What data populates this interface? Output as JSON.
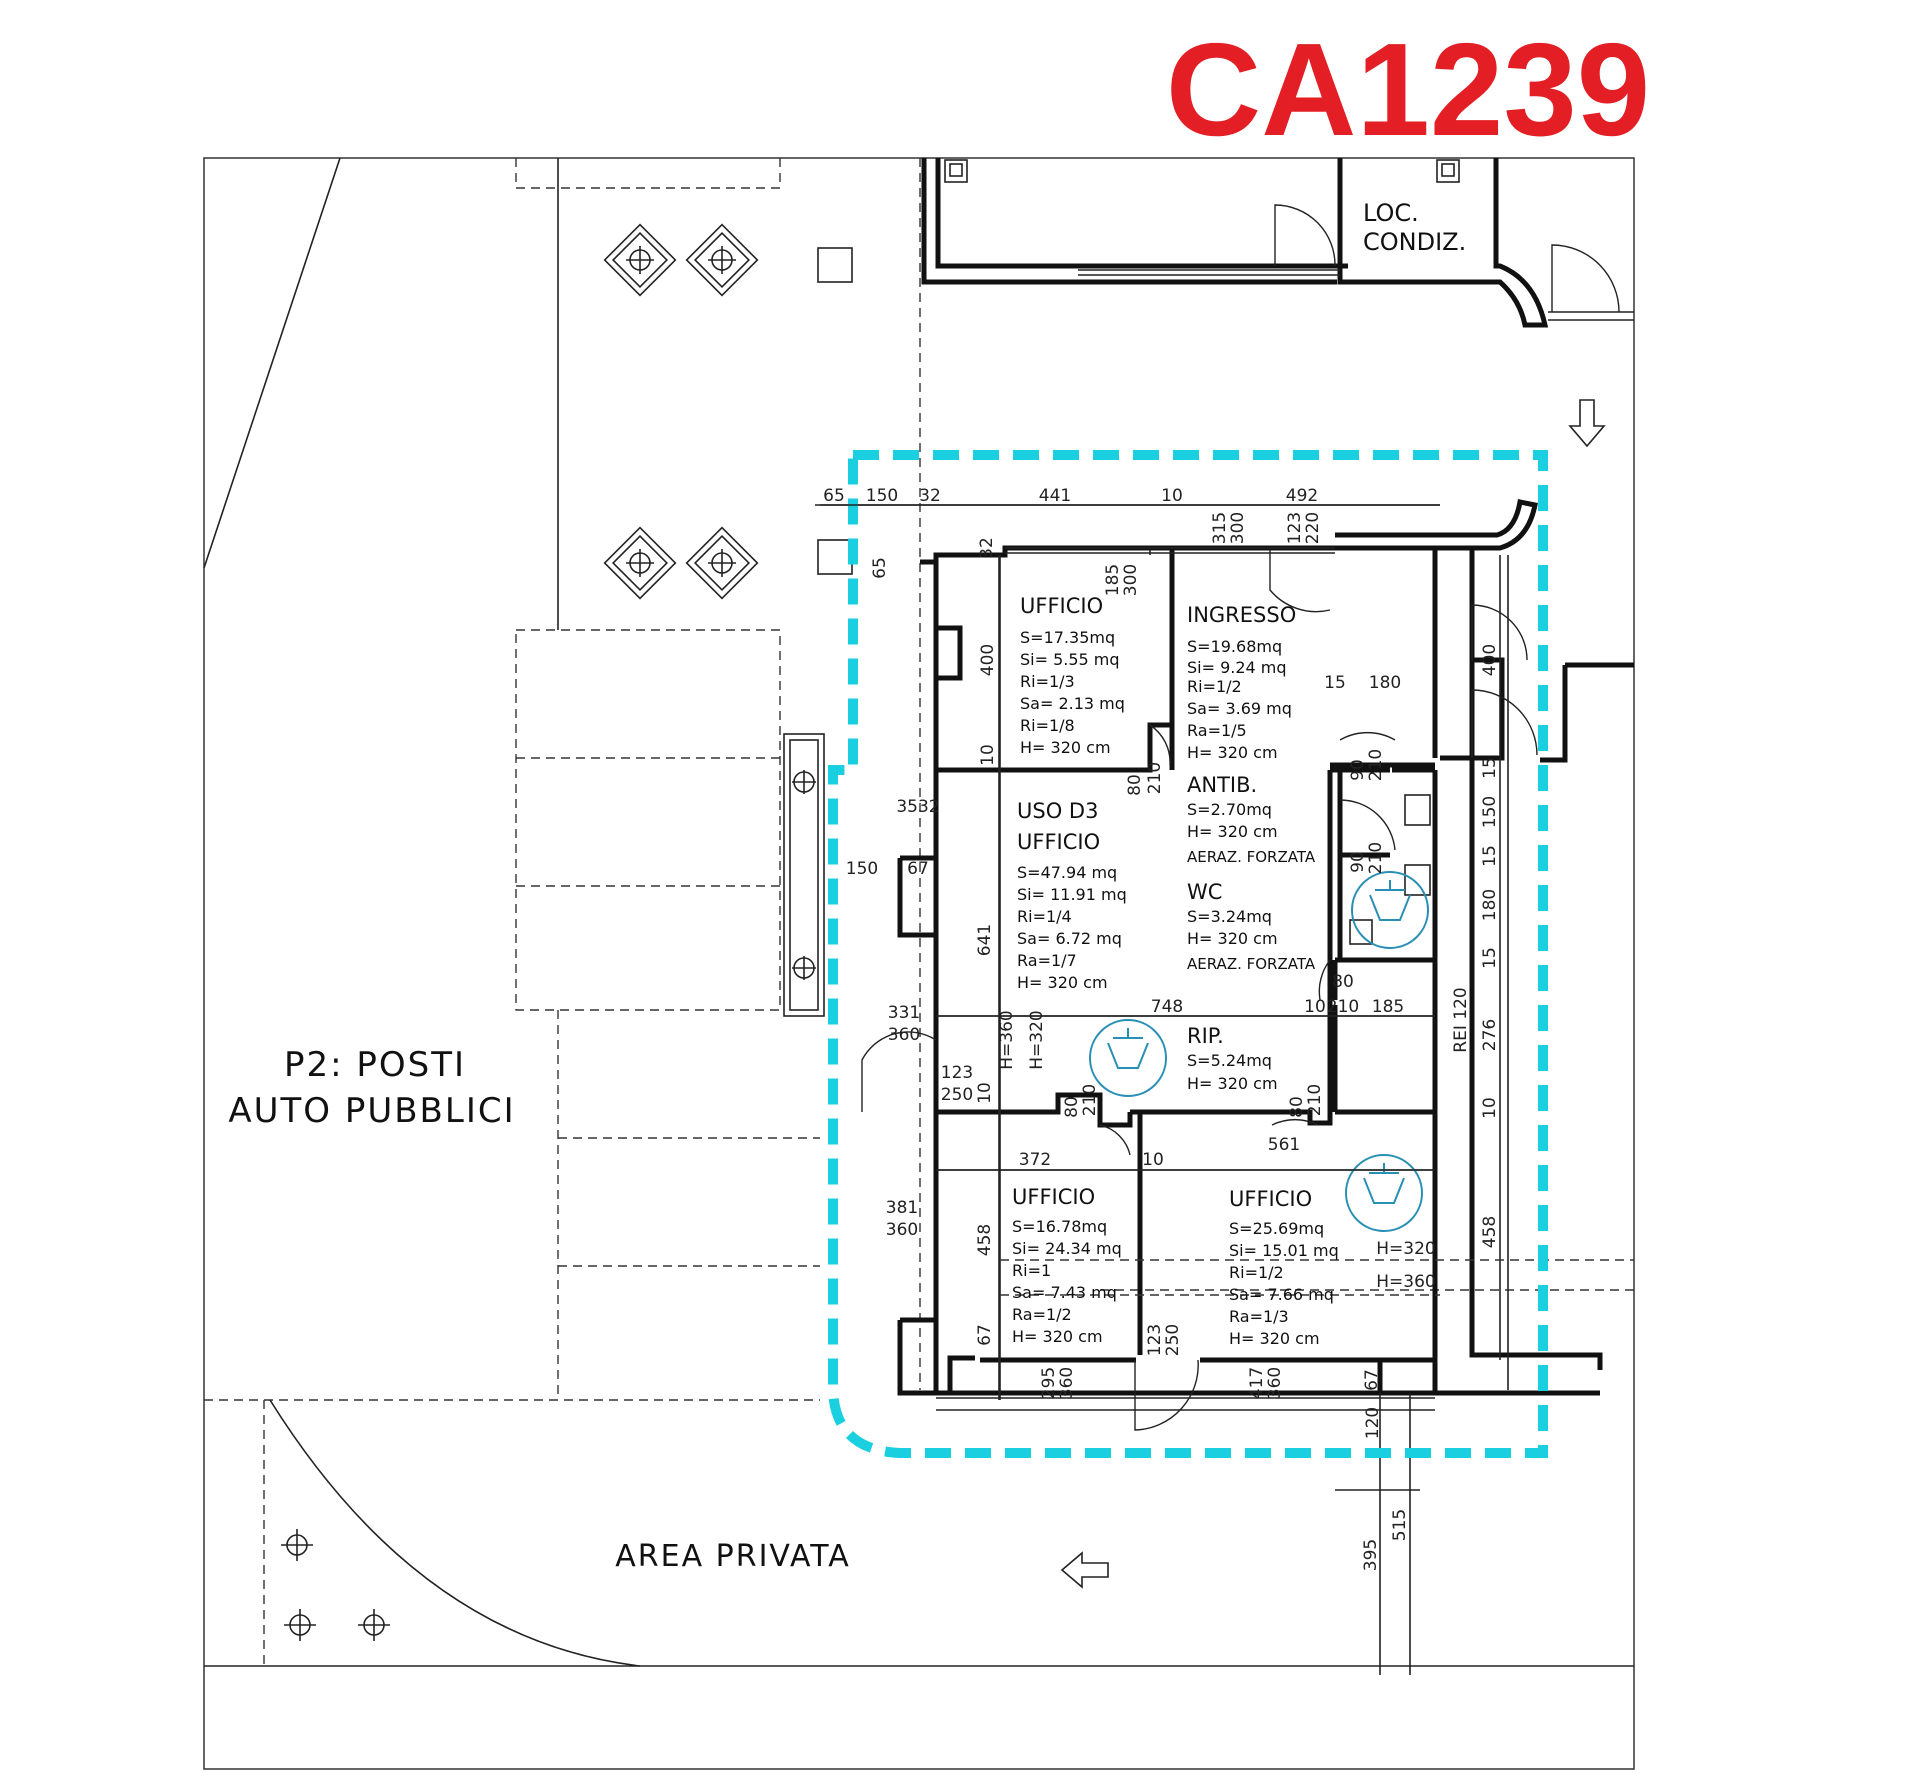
{
  "header": {
    "code": "CA1239"
  },
  "zones": {
    "parking": [
      "P2: POSTI",
      "AUTO PUBBLICI"
    ],
    "private": "AREA PRIVATA",
    "loc": [
      "LOC.",
      "CONDIZ."
    ]
  },
  "rooms": [
    {
      "key": "ufficio1",
      "lines": [
        "UFFICIO",
        "S=17.35mq",
        "Si= 5.55 mq",
        "Ri=1/3",
        "Sa= 2.13 mq",
        "Ri=1/8",
        "H= 320 cm"
      ]
    },
    {
      "key": "ingresso",
      "lines": [
        "INGRESSO",
        "S=19.68mq",
        "Si= 9.24 mq",
        "Ri=1/2",
        "Sa= 3.69 mq",
        "Ra=1/5",
        "H= 320 cm"
      ]
    },
    {
      "key": "uso_d3",
      "lines": [
        "USO D3",
        "UFFICIO",
        "S=47.94 mq",
        "Si= 11.91 mq",
        "Ri=1/4",
        "Sa= 6.72 mq",
        "Ra=1/7",
        "H= 320 cm"
      ]
    },
    {
      "key": "antib",
      "lines": [
        "ANTIB.",
        "S=2.70mq",
        "H= 320 cm",
        "AERAZ. FORZATA"
      ]
    },
    {
      "key": "wc",
      "lines": [
        "WC",
        "S=3.24mq",
        "H= 320 cm",
        "AERAZ. FORZATA"
      ]
    },
    {
      "key": "rip",
      "lines": [
        "RIP.",
        "S=5.24mq",
        "H= 320 cm"
      ]
    },
    {
      "key": "ufficio2",
      "lines": [
        "UFFICIO",
        "S=16.78mq",
        "Si= 24.34 mq",
        "Ri=1",
        "Sa= 7.43 mq",
        "Ra=1/2",
        "H= 320 cm"
      ]
    },
    {
      "key": "ufficio3",
      "lines": [
        "UFFICIO",
        "S=25.69mq",
        "Si= 15.01 mq",
        "Ri=1/2",
        "Sa= 7.66 mq",
        "Ra=1/3",
        "H= 320 cm"
      ]
    }
  ],
  "dimensions": {
    "top": [
      "65",
      "150",
      "32",
      "441",
      "10",
      "492"
    ],
    "misc": [
      "65",
      "32",
      "315",
      "300",
      "123",
      "220",
      "185",
      "300",
      "400",
      "10",
      "80",
      "210",
      "15",
      "180",
      "90",
      "210",
      "90",
      "210",
      "3532",
      "150",
      "67",
      "641",
      "331",
      "360",
      "748",
      "10",
      "210",
      "185",
      "80",
      "H=360",
      "H=320",
      "123",
      "250",
      "10",
      "80",
      "210",
      "80",
      "210",
      "561",
      "372",
      "10",
      "381",
      "360",
      "458",
      "67",
      "295",
      "360",
      "123",
      "250",
      "417",
      "360",
      "67",
      "120",
      "515",
      "395",
      "400",
      "15",
      "150",
      "15",
      "180",
      "15",
      "276",
      "REI 120",
      "10",
      "458",
      "H=320",
      "H=360"
    ]
  }
}
